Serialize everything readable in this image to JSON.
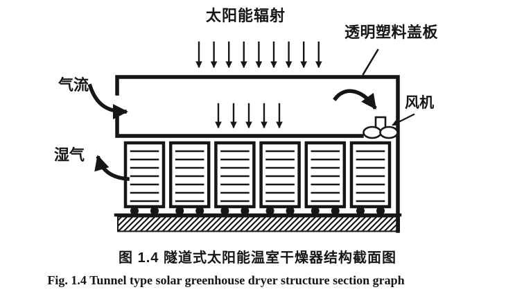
{
  "figure": {
    "background": "#ffffff",
    "ink_color": "#161616",
    "labels": {
      "solar_radiation": "太阳能辐射",
      "transparent_cover": "透明塑料盖板",
      "airflow": "气流",
      "fan": "风机",
      "moist_air": "湿气"
    },
    "captions": {
      "chinese": "图 1.4 隧道式太阳能温室干燥器结构截面图",
      "english": "Fig. 1.4 Tunnel type solar greenhouse dryer structure section graph"
    },
    "diagram": {
      "solar_radiation_arrows": 9,
      "duct_arrows": 5,
      "tray_carts": 6,
      "tray_lines_per_cart": 7,
      "wheels_per_cart": 2
    }
  }
}
